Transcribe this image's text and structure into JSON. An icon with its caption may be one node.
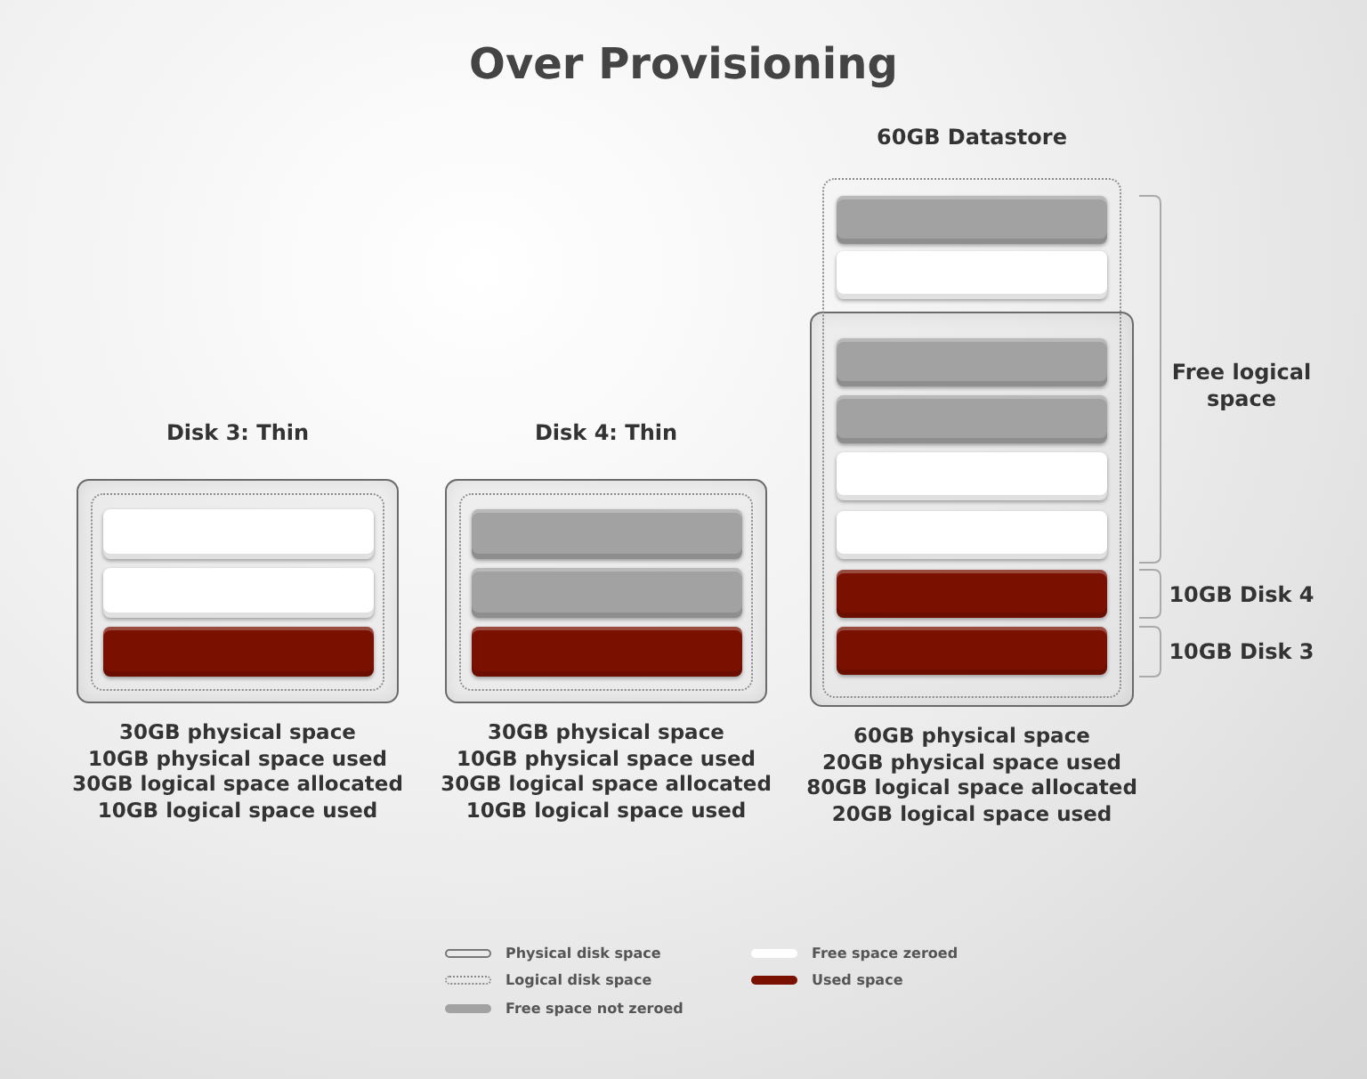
{
  "diagram": {
    "title": "Over Provisioning",
    "nodes": [
      {
        "text": [
          "Disk 3: Thin"
        ],
        "beside": [
          "30GB physical space",
          "10GB physical space used",
          "30GB logical space allocated",
          "10GB logical space used"
        ]
      },
      {
        "text": [
          "Disk 4: Thin"
        ],
        "beside": [
          "30GB physical space",
          "10GB physical space used",
          "30GB logical space allocated",
          "10GB logical space used"
        ]
      },
      {
        "text": [
          "60GB Datastore"
        ],
        "beside": [
          "60GB physical space",
          "20GB physical space used",
          "80GB logical space allocated",
          "20GB logical space used"
        ]
      }
    ],
    "labels": [
      "Free logical space",
      "10GB Disk 4",
      "10GB Disk 3"
    ],
    "legend": [
      {
        "text": "Physical disk space"
      },
      {
        "text": "Logical disk space"
      },
      {
        "text": "Free space not zeroed",
        "color": "#a2a2a2"
      },
      {
        "text": "Free space zeroed",
        "color": "#ffffff"
      },
      {
        "text": "Used space",
        "color": "#7a1000"
      }
    ]
  }
}
